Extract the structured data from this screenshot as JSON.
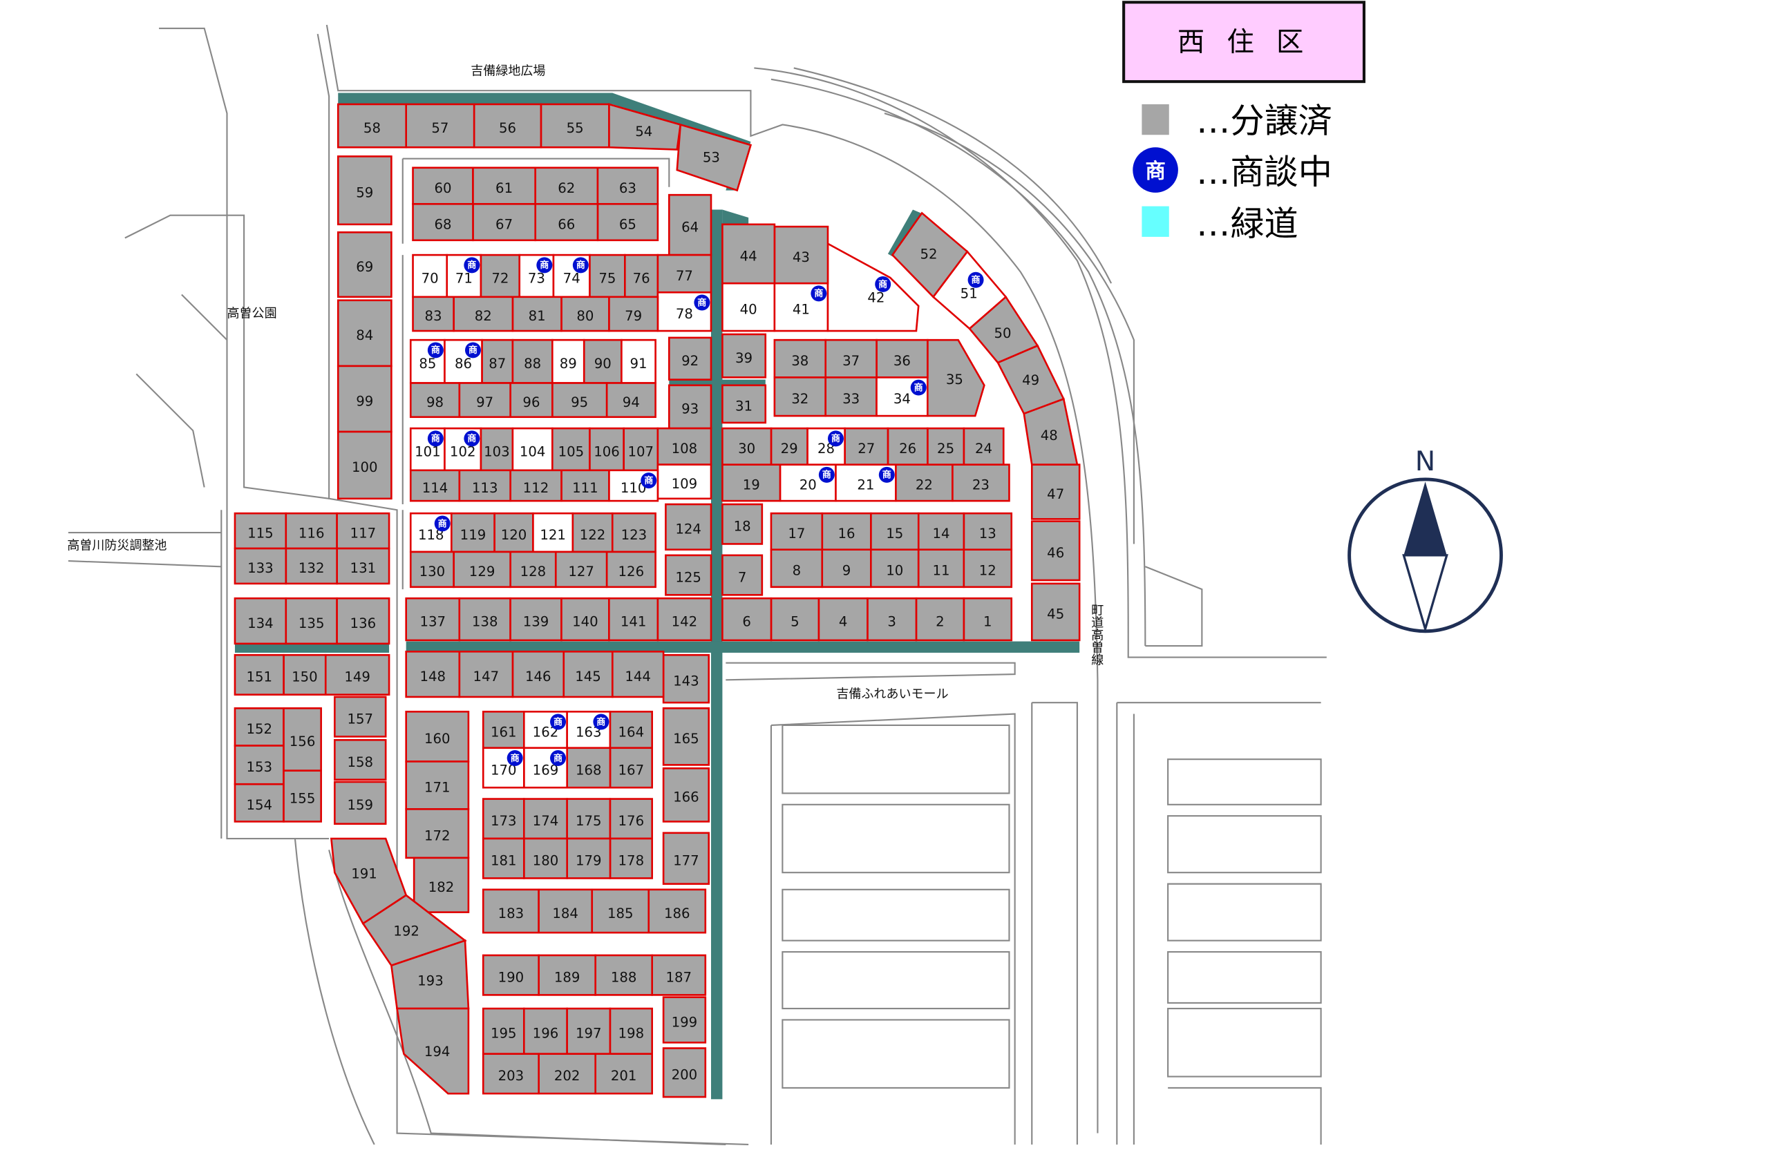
{
  "title": "西 住 区",
  "legend": [
    {
      "key": "sold",
      "label": "…分譲済",
      "color": "#a6a6a6"
    },
    {
      "key": "negotiating",
      "label": "…商談中",
      "badge": "商",
      "color": "#0010d0"
    },
    {
      "key": "greenway",
      "label": "…緑道",
      "color": "#66ffff"
    }
  ],
  "places": {
    "green_plaza": "吉備緑地広場",
    "park": "高曽公園",
    "pond": "高曽川防災調整池",
    "mall": "吉備ふれあいモール",
    "road": "町道高曽線"
  },
  "compass": "N",
  "colors": {
    "sold": "#a6a6a6",
    "available": "#ffffff",
    "border": "#e00000",
    "greenway_map": "#3f7f7a"
  },
  "lots": [
    {
      "n": "1",
      "s": "sold"
    },
    {
      "n": "2",
      "s": "sold"
    },
    {
      "n": "3",
      "s": "sold"
    },
    {
      "n": "4",
      "s": "sold"
    },
    {
      "n": "5",
      "s": "sold"
    },
    {
      "n": "6",
      "s": "sold"
    },
    {
      "n": "7",
      "s": "sold"
    },
    {
      "n": "8",
      "s": "sold"
    },
    {
      "n": "9",
      "s": "sold"
    },
    {
      "n": "10",
      "s": "sold"
    },
    {
      "n": "11",
      "s": "sold"
    },
    {
      "n": "12",
      "s": "sold"
    },
    {
      "n": "13",
      "s": "sold"
    },
    {
      "n": "14",
      "s": "sold"
    },
    {
      "n": "15",
      "s": "sold"
    },
    {
      "n": "16",
      "s": "sold"
    },
    {
      "n": "17",
      "s": "sold"
    },
    {
      "n": "18",
      "s": "sold"
    },
    {
      "n": "19",
      "s": "sold"
    },
    {
      "n": "20",
      "s": "negotiating"
    },
    {
      "n": "21",
      "s": "negotiating"
    },
    {
      "n": "22",
      "s": "sold"
    },
    {
      "n": "23",
      "s": "sold"
    },
    {
      "n": "24",
      "s": "sold"
    },
    {
      "n": "25",
      "s": "sold"
    },
    {
      "n": "26",
      "s": "sold"
    },
    {
      "n": "27",
      "s": "sold"
    },
    {
      "n": "28",
      "s": "negotiating"
    },
    {
      "n": "29",
      "s": "sold"
    },
    {
      "n": "30",
      "s": "sold"
    },
    {
      "n": "31",
      "s": "sold"
    },
    {
      "n": "32",
      "s": "sold"
    },
    {
      "n": "33",
      "s": "sold"
    },
    {
      "n": "34",
      "s": "negotiating"
    },
    {
      "n": "35",
      "s": "sold"
    },
    {
      "n": "36",
      "s": "sold"
    },
    {
      "n": "37",
      "s": "sold"
    },
    {
      "n": "38",
      "s": "sold"
    },
    {
      "n": "39",
      "s": "sold"
    },
    {
      "n": "40",
      "s": "available"
    },
    {
      "n": "41",
      "s": "negotiating"
    },
    {
      "n": "42",
      "s": "negotiating"
    },
    {
      "n": "43",
      "s": "sold"
    },
    {
      "n": "44",
      "s": "sold"
    },
    {
      "n": "45",
      "s": "sold"
    },
    {
      "n": "46",
      "s": "sold"
    },
    {
      "n": "47",
      "s": "sold"
    },
    {
      "n": "48",
      "s": "sold"
    },
    {
      "n": "49",
      "s": "sold"
    },
    {
      "n": "50",
      "s": "sold"
    },
    {
      "n": "51",
      "s": "negotiating"
    },
    {
      "n": "52",
      "s": "sold"
    },
    {
      "n": "53",
      "s": "sold"
    },
    {
      "n": "54",
      "s": "sold"
    },
    {
      "n": "55",
      "s": "sold"
    },
    {
      "n": "56",
      "s": "sold"
    },
    {
      "n": "57",
      "s": "sold"
    },
    {
      "n": "58",
      "s": "sold"
    },
    {
      "n": "59",
      "s": "sold"
    },
    {
      "n": "60",
      "s": "sold"
    },
    {
      "n": "61",
      "s": "sold"
    },
    {
      "n": "62",
      "s": "sold"
    },
    {
      "n": "63",
      "s": "sold"
    },
    {
      "n": "64",
      "s": "sold"
    },
    {
      "n": "65",
      "s": "sold"
    },
    {
      "n": "66",
      "s": "sold"
    },
    {
      "n": "67",
      "s": "sold"
    },
    {
      "n": "68",
      "s": "sold"
    },
    {
      "n": "69",
      "s": "sold"
    },
    {
      "n": "70",
      "s": "available"
    },
    {
      "n": "71",
      "s": "negotiating"
    },
    {
      "n": "72",
      "s": "sold"
    },
    {
      "n": "73",
      "s": "negotiating"
    },
    {
      "n": "74",
      "s": "negotiating"
    },
    {
      "n": "75",
      "s": "sold"
    },
    {
      "n": "76",
      "s": "sold"
    },
    {
      "n": "77",
      "s": "sold"
    },
    {
      "n": "78",
      "s": "negotiating"
    },
    {
      "n": "79",
      "s": "sold"
    },
    {
      "n": "80",
      "s": "sold"
    },
    {
      "n": "81",
      "s": "sold"
    },
    {
      "n": "82",
      "s": "sold"
    },
    {
      "n": "83",
      "s": "sold"
    },
    {
      "n": "84",
      "s": "sold"
    },
    {
      "n": "85",
      "s": "negotiating"
    },
    {
      "n": "86",
      "s": "negotiating"
    },
    {
      "n": "87",
      "s": "sold"
    },
    {
      "n": "88",
      "s": "sold"
    },
    {
      "n": "89",
      "s": "available"
    },
    {
      "n": "90",
      "s": "sold"
    },
    {
      "n": "91",
      "s": "available"
    },
    {
      "n": "92",
      "s": "sold"
    },
    {
      "n": "93",
      "s": "sold"
    },
    {
      "n": "94",
      "s": "sold"
    },
    {
      "n": "95",
      "s": "sold"
    },
    {
      "n": "96",
      "s": "sold"
    },
    {
      "n": "97",
      "s": "sold"
    },
    {
      "n": "98",
      "s": "sold"
    },
    {
      "n": "99",
      "s": "sold"
    },
    {
      "n": "100",
      "s": "sold"
    },
    {
      "n": "101",
      "s": "negotiating"
    },
    {
      "n": "102",
      "s": "negotiating"
    },
    {
      "n": "103",
      "s": "sold"
    },
    {
      "n": "104",
      "s": "available"
    },
    {
      "n": "105",
      "s": "sold"
    },
    {
      "n": "106",
      "s": "sold"
    },
    {
      "n": "107",
      "s": "sold"
    },
    {
      "n": "108",
      "s": "sold"
    },
    {
      "n": "109",
      "s": "available"
    },
    {
      "n": "110",
      "s": "negotiating"
    },
    {
      "n": "111",
      "s": "sold"
    },
    {
      "n": "112",
      "s": "sold"
    },
    {
      "n": "113",
      "s": "sold"
    },
    {
      "n": "114",
      "s": "sold"
    },
    {
      "n": "115",
      "s": "sold"
    },
    {
      "n": "116",
      "s": "sold"
    },
    {
      "n": "117",
      "s": "sold"
    },
    {
      "n": "118",
      "s": "negotiating"
    },
    {
      "n": "119",
      "s": "sold"
    },
    {
      "n": "120",
      "s": "sold"
    },
    {
      "n": "121",
      "s": "available"
    },
    {
      "n": "122",
      "s": "sold"
    },
    {
      "n": "123",
      "s": "sold"
    },
    {
      "n": "124",
      "s": "sold"
    },
    {
      "n": "125",
      "s": "sold"
    },
    {
      "n": "126",
      "s": "sold"
    },
    {
      "n": "127",
      "s": "sold"
    },
    {
      "n": "128",
      "s": "sold"
    },
    {
      "n": "129",
      "s": "sold"
    },
    {
      "n": "130",
      "s": "sold"
    },
    {
      "n": "131",
      "s": "sold"
    },
    {
      "n": "132",
      "s": "sold"
    },
    {
      "n": "133",
      "s": "sold"
    },
    {
      "n": "134",
      "s": "sold"
    },
    {
      "n": "135",
      "s": "sold"
    },
    {
      "n": "136",
      "s": "sold"
    },
    {
      "n": "137",
      "s": "sold"
    },
    {
      "n": "138",
      "s": "sold"
    },
    {
      "n": "139",
      "s": "sold"
    },
    {
      "n": "140",
      "s": "sold"
    },
    {
      "n": "141",
      "s": "sold"
    },
    {
      "n": "142",
      "s": "sold"
    },
    {
      "n": "143",
      "s": "sold"
    },
    {
      "n": "144",
      "s": "sold"
    },
    {
      "n": "145",
      "s": "sold"
    },
    {
      "n": "146",
      "s": "sold"
    },
    {
      "n": "147",
      "s": "sold"
    },
    {
      "n": "148",
      "s": "sold"
    },
    {
      "n": "149",
      "s": "sold"
    },
    {
      "n": "150",
      "s": "sold"
    },
    {
      "n": "151",
      "s": "sold"
    },
    {
      "n": "152",
      "s": "sold"
    },
    {
      "n": "153",
      "s": "sold"
    },
    {
      "n": "154",
      "s": "sold"
    },
    {
      "n": "155",
      "s": "sold"
    },
    {
      "n": "156",
      "s": "sold"
    },
    {
      "n": "157",
      "s": "sold"
    },
    {
      "n": "158",
      "s": "sold"
    },
    {
      "n": "159",
      "s": "sold"
    },
    {
      "n": "160",
      "s": "sold"
    },
    {
      "n": "161",
      "s": "sold"
    },
    {
      "n": "162",
      "s": "negotiating"
    },
    {
      "n": "163",
      "s": "negotiating"
    },
    {
      "n": "164",
      "s": "sold"
    },
    {
      "n": "165",
      "s": "sold"
    },
    {
      "n": "166",
      "s": "sold"
    },
    {
      "n": "167",
      "s": "sold"
    },
    {
      "n": "168",
      "s": "sold"
    },
    {
      "n": "169",
      "s": "negotiating"
    },
    {
      "n": "170",
      "s": "negotiating"
    },
    {
      "n": "171",
      "s": "sold"
    },
    {
      "n": "172",
      "s": "sold"
    },
    {
      "n": "173",
      "s": "sold"
    },
    {
      "n": "174",
      "s": "sold"
    },
    {
      "n": "175",
      "s": "sold"
    },
    {
      "n": "176",
      "s": "sold"
    },
    {
      "n": "177",
      "s": "sold"
    },
    {
      "n": "178",
      "s": "sold"
    },
    {
      "n": "179",
      "s": "sold"
    },
    {
      "n": "180",
      "s": "sold"
    },
    {
      "n": "181",
      "s": "sold"
    },
    {
      "n": "182",
      "s": "sold"
    },
    {
      "n": "183",
      "s": "sold"
    },
    {
      "n": "184",
      "s": "sold"
    },
    {
      "n": "185",
      "s": "sold"
    },
    {
      "n": "186",
      "s": "sold"
    },
    {
      "n": "187",
      "s": "sold"
    },
    {
      "n": "188",
      "s": "sold"
    },
    {
      "n": "189",
      "s": "sold"
    },
    {
      "n": "190",
      "s": "sold"
    },
    {
      "n": "191",
      "s": "sold"
    },
    {
      "n": "192",
      "s": "sold"
    },
    {
      "n": "193",
      "s": "sold"
    },
    {
      "n": "194",
      "s": "sold"
    },
    {
      "n": "195",
      "s": "sold"
    },
    {
      "n": "196",
      "s": "sold"
    },
    {
      "n": "197",
      "s": "sold"
    },
    {
      "n": "198",
      "s": "sold"
    },
    {
      "n": "199",
      "s": "sold"
    },
    {
      "n": "200",
      "s": "sold"
    },
    {
      "n": "201",
      "s": "sold"
    },
    {
      "n": "202",
      "s": "sold"
    },
    {
      "n": "203",
      "s": "sold"
    }
  ]
}
